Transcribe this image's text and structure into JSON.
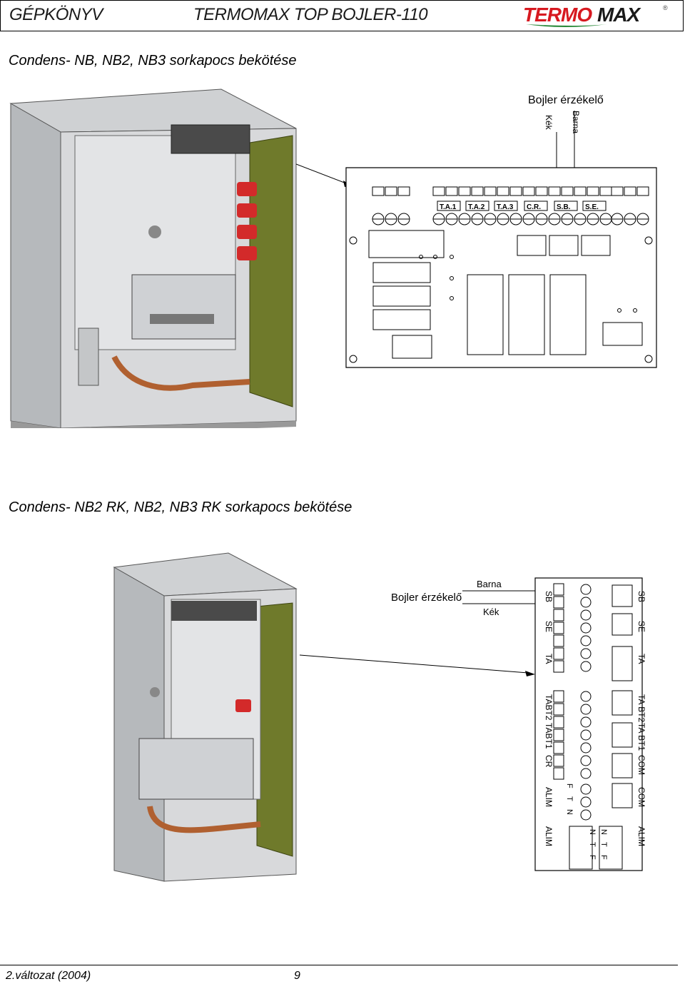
{
  "header": {
    "left_title": "GÉPKÖNYV",
    "center_title": "TERMOMAX TOP BOJLER-110",
    "logo": {
      "text": "TERMOMAX",
      "registered": "®",
      "accent_color": "#d71920"
    }
  },
  "section1": {
    "title": "Condens- NB, NB2, NB3 sorkapocs bekötése",
    "sensor_label": "Bojler érzékelő",
    "wire_labels": [
      "Kék",
      "Barna"
    ],
    "terminal_labels": [
      "T.A.1",
      "T.A.2",
      "T.A.3",
      "C.R.",
      "S.B.",
      "S.E."
    ]
  },
  "section2": {
    "title": "Condens- NB2 RK, NB2, NB3 RK sorkapocs bekötése",
    "sensor_label": "Bojler érzékelő",
    "wire_labels": [
      "Barna",
      "Kék"
    ],
    "left_labels": [
      "SB",
      "SE",
      "TA",
      "TABT2",
      "TABT1",
      "CR",
      "ALIM",
      "ALIM"
    ],
    "fnt_labels": [
      "F",
      "T",
      "N"
    ],
    "right_labels": [
      "SB",
      "SE",
      "TA",
      "TA BT2",
      "TA BT1",
      "COM",
      "COM",
      "ALIM"
    ],
    "bottom_left_letters": [
      "N",
      "T",
      "F"
    ],
    "bottom_right_letters": [
      "N",
      "T",
      "F"
    ]
  },
  "footer": {
    "version": "2.változat (2004)",
    "page_number": "9"
  }
}
